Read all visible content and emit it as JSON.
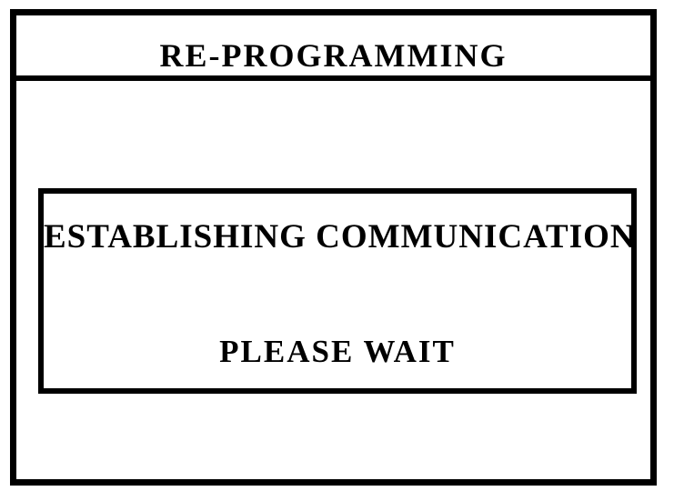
{
  "screen": {
    "title": "RE-PROGRAMMING"
  },
  "message_box": {
    "status": "ESTABLISHING COMMUNICATION",
    "instruction": "PLEASE WAIT"
  },
  "colors": {
    "foreground": "#000000",
    "background": "#ffffff"
  }
}
